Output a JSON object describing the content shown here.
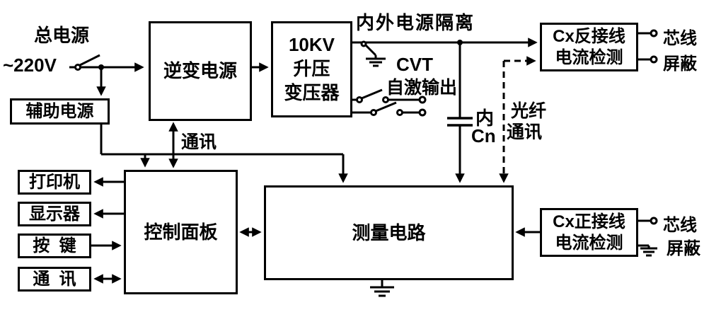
{
  "diagram": {
    "colors": {
      "line": "#000000",
      "background": "#ffffff"
    },
    "labels": {
      "main_power": "总电源",
      "mains_voltage": "~220V",
      "isolation": "内外电源隔离",
      "cvt": "CVT",
      "cvt_output": "自激输出",
      "comm_link": "通讯",
      "fiber_1": "光纤",
      "fiber_2": "通讯",
      "cn_1": "内",
      "cn_2": "Cn",
      "core_top": "芯线",
      "shield_top": "屏蔽",
      "core_bottom": "芯线",
      "shield_bottom": "屏蔽"
    },
    "blocks": {
      "aux_power": "辅助电源",
      "inverter": "逆变电源",
      "transformer_1": "10KV",
      "transformer_2": "升压",
      "transformer_3": "变压器",
      "cx_reverse_1": "Cx反接线",
      "cx_reverse_2": "电流检测",
      "printer": "打印机",
      "display": "显示器",
      "keypad": "按  键",
      "comm_port": "通  讯",
      "control_panel": "控制面板",
      "measurement": "测量电路",
      "cx_forward_1": "Cx正接线",
      "cx_forward_2": "电流检测"
    }
  }
}
